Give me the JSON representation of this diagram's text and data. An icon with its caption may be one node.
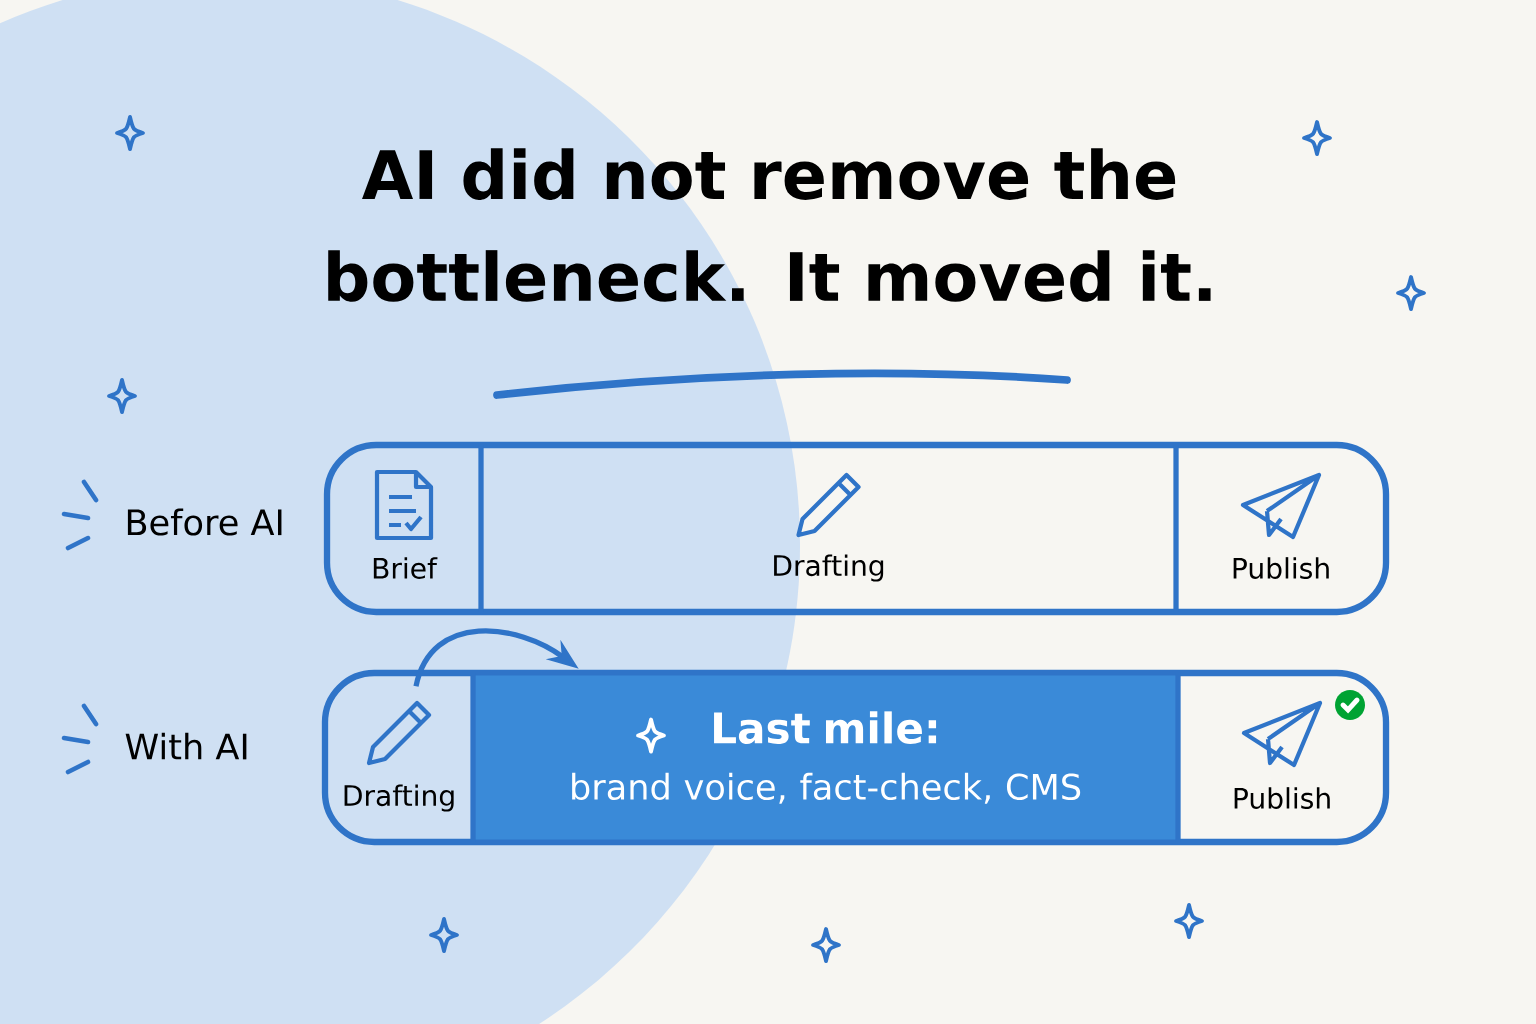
{
  "diagram": {
    "title": "AI did not remove the bottleneck. It moved it.",
    "nodes": [
      {
        "text": [],
        "shape": "box"
      },
      {
        "text": [
          "Brief"
        ],
        "in": 0
      },
      {
        "text": [
          "Drafting"
        ],
        "in": 0
      },
      {
        "text": [
          "Publish"
        ],
        "in": 0
      },
      {
        "text": [],
        "shape": "box"
      },
      {
        "text": [
          "Drafting"
        ],
        "in": 4
      },
      {
        "text": [
          "Last mile:",
          "brand voice, fact-check, CMS"
        ],
        "in": 4
      },
      {
        "text": [
          "Publish"
        ],
        "in": 4
      }
    ],
    "edges": [
      {
        "from": 5,
        "to": 6,
        "arrow": "to"
      }
    ],
    "labels": [
      "Before AI",
      "With AI"
    ]
  }
}
